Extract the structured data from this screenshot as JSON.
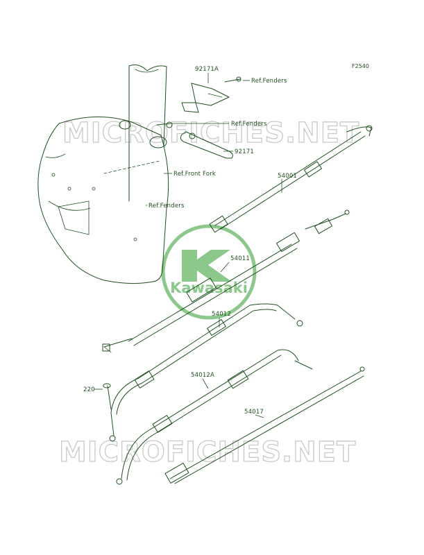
{
  "figure_code": "F2540",
  "watermark": {
    "text": "MICROFICHES.NET",
    "logo_text": "Kawasaki",
    "logo_color": "#8cc88c"
  },
  "line_color": "#1f4f1f",
  "labels": {
    "p92171A": "92171A",
    "ref_fenders_1": "Ref.Fenders",
    "ref_fenders_2": "Ref.Fenders",
    "p92171": "92171",
    "ref_front_fork": "Ref.Front Fork",
    "p54001": "54001",
    "ref_fenders_3": "Ref.Fenders",
    "p54011": "54011",
    "p54012": "54012",
    "p220": "220",
    "p54012A": "54012A",
    "p54017": "54017"
  }
}
